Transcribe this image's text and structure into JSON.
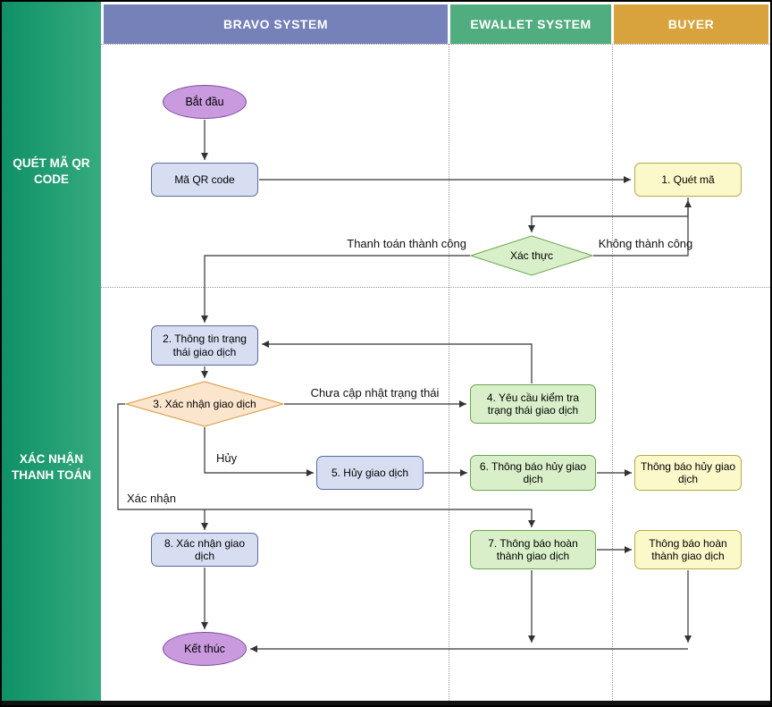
{
  "header": {
    "lanes": [
      {
        "label": "BRAVO SYSTEM",
        "color": "#7581b8"
      },
      {
        "label": "EWALLET SYSTEM",
        "color": "#50ad80"
      },
      {
        "label": "BUYER",
        "color": "#d8a33d"
      }
    ]
  },
  "sidebar": {
    "color": "#1f9c70",
    "sections": [
      {
        "label": "QUÉT MÃ QR CODE"
      },
      {
        "label": "XÁC NHẬN THANH TOÁN"
      }
    ]
  },
  "nodes": {
    "start": "Bắt đầu",
    "qr_code": "Mã QR code",
    "scan": "1. Quét mã",
    "verify": "Xác thực",
    "status_info": "2. Thông tin trạng thái giao dịch",
    "confirm_tx": "3. Xác nhận giao dịch",
    "check_status": "4. Yêu cầu kiểm tra trạng thái giao dịch",
    "cancel_tx": "5. Hủy giao dịch",
    "cancel_notify": "6. Thông báo hủy giao dịch",
    "cancel_notify_buyer": "Thông báo hủy giao dịch",
    "complete_notify": "7. Thông báo hoàn thành giao dịch",
    "complete_notify_buyer": "Thông báo hoàn thành giao dịch",
    "confirm_final": "8. Xác nhận giao dịch",
    "end": "Kết thúc"
  },
  "edge_labels": {
    "success": "Thanh toán thành công",
    "fail": "Không thành công",
    "not_updated": "Chưa cập nhật trạng thái",
    "cancel": "Hủy",
    "confirm": "Xác nhận"
  },
  "colors": {
    "node_blue_fill": "#d7def1",
    "node_blue_border": "#5b6b9e",
    "node_yellow_fill": "#fbf8c9",
    "node_yellow_border": "#b3aa48",
    "node_green_fill": "#d9efc9",
    "node_green_border": "#69a74f",
    "node_orange_fill": "#fce5cd",
    "node_orange_border": "#d7953a",
    "node_purple_fill": "#c99add",
    "node_purple_border": "#7d4a9e"
  }
}
